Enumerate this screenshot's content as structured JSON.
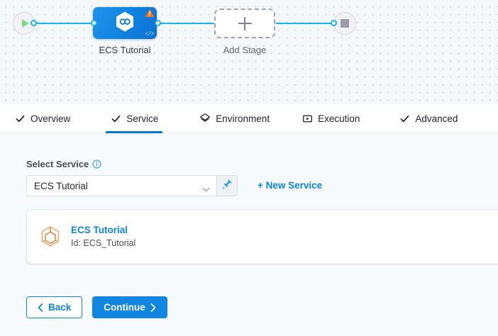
{
  "pipeline": {
    "start_node": {
      "icon": "play-icon",
      "name": "start-node"
    },
    "end_node": {
      "icon": "stop-icon",
      "name": "end-node"
    },
    "stage": {
      "label": "ECS Tutorial",
      "icon": "deployment-link-icon",
      "warning_icon": "warning-triangle-icon",
      "code_icon": "code-brackets-icon"
    },
    "add_stage": {
      "label": "Add Stage",
      "icon": "plus-icon"
    },
    "colors": {
      "edge": "#13b4f0",
      "stage_fill": "#1082e0",
      "warning": "#f97316",
      "play": "#7fd98a"
    }
  },
  "tabs": [
    {
      "label": "Overview",
      "icon": "check-icon",
      "active": false
    },
    {
      "label": "Service",
      "icon": "check-icon",
      "active": true
    },
    {
      "label": "Environment",
      "icon": "layers-icon",
      "active": false
    },
    {
      "label": "Execution",
      "icon": "play-box-icon",
      "active": false
    },
    {
      "label": "Advanced",
      "icon": "check-icon",
      "active": false
    }
  ],
  "form": {
    "field_label": "Select Service",
    "info_icon": "info-icon",
    "select": {
      "value": "ECS Tutorial",
      "placeholder": "Select Service",
      "chevron_icon": "chevron-down-icon"
    },
    "pin_button": {
      "icon": "pin-icon"
    },
    "new_service_link": "+ New Service"
  },
  "service_card": {
    "icon": "cube-hexagon-icon",
    "title": "ECS Tutorial",
    "subtitle": "Id: ECS_Tutorial"
  },
  "footer": {
    "back_label": "Back",
    "back_icon": "chevron-left-icon",
    "continue_label": "Continue",
    "continue_icon": "chevron-right-icon"
  },
  "theme": {
    "accent": "#0a85e4",
    "primary_button": "#1086e0",
    "canvas_bg": "#f4f8fb",
    "body_bg": "#f7fafc"
  }
}
